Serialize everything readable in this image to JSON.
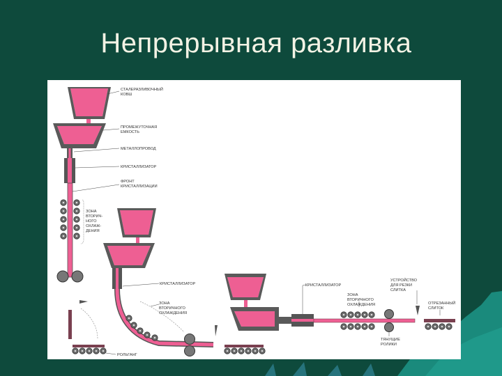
{
  "slide": {
    "title": "Непрерывная разливка"
  },
  "colors": {
    "background": "#0e4a3c",
    "steel": "#ee5f93",
    "wall": "#555555",
    "panel": "#ffffff"
  },
  "diagram": {
    "vertical": {
      "ladle": [
        "СТАЛЕРАЗЛИВОЧНЫЙ",
        "КОВШ"
      ],
      "tundish": [
        "ПРОМЕЖУТОЧНАЯ",
        "ЕМКОСТЬ"
      ],
      "nozzle": "МЕТАЛЛОПРОВОД",
      "mold": "КРИСТАЛЛИЗАТОР",
      "front": [
        "ФРОНТ",
        "КРИСТАЛЛИЗАЦИИ"
      ],
      "secondary_zone": [
        "ЗОНА",
        "ВТОРИЧ-",
        "НОГО",
        "ОХЛАЖ-",
        "ДЕНИЯ"
      ],
      "roller_table": "РОЛЬГАНГ"
    },
    "curved": {
      "mold": "КРИСТАЛЛИЗАТОР",
      "secondary_zone": [
        "ЗОНА",
        "ВТОРИЧНОГО",
        "ОХЛАЖДЕНИЯ"
      ]
    },
    "horizontal": {
      "mold": "КРИСТАЛЛИЗАТОР",
      "secondary_zone": [
        "ЗОНА",
        "ВТОРИЧНОГО",
        "ОХЛАЖДЕНИЯ"
      ],
      "cutter": [
        "УСТРОЙСТВО",
        "ДЛЯ РЕЗКИ",
        "СЛИТКА"
      ],
      "pulling_rolls": [
        "ТЯНУЩИЕ",
        "РОЛИКИ"
      ],
      "cut_ingot": [
        "ОТРЕЗАННЫЙ",
        "СЛИТОК"
      ]
    }
  }
}
